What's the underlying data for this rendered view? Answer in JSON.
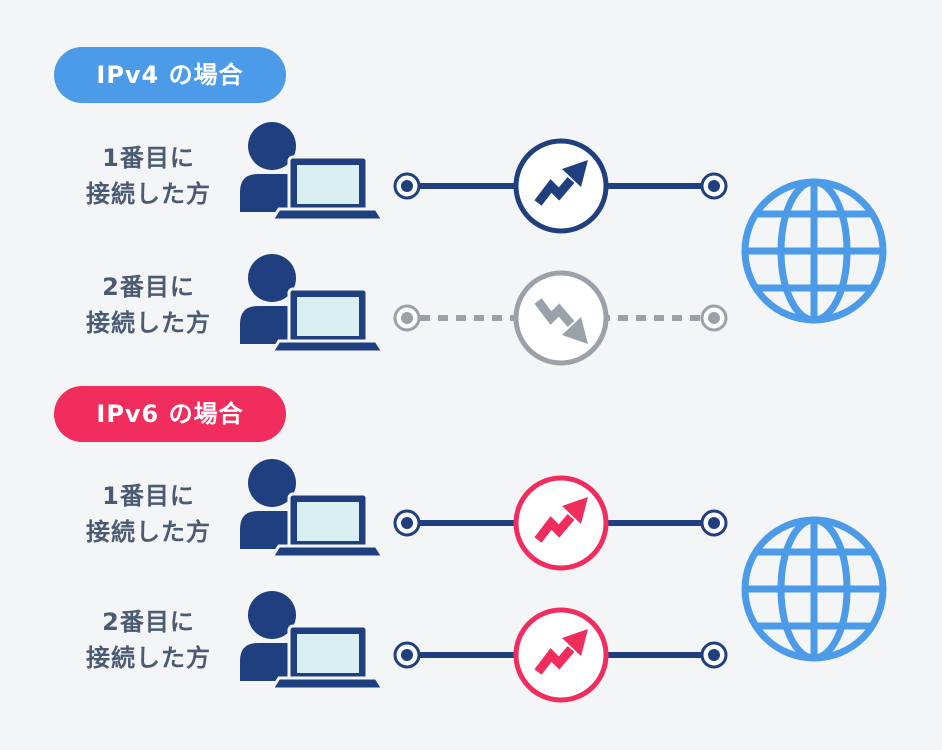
{
  "colors": {
    "background": "#f4f5f7",
    "ipv4_accent": "#4c9be8",
    "ipv6_accent": "#f02d5d",
    "navy": "#1f3f7e",
    "gray": "#9aa1a8",
    "globe": "#4c9be8",
    "label_text": "#4a5b73"
  },
  "icons": {
    "user": "person-with-laptop-icon",
    "network": "globe-icon",
    "fast": "arrow-up-trend-icon",
    "slow": "arrow-down-trend-icon"
  },
  "sections": [
    {
      "title": "IPv4 の場合",
      "color": "#4c9be8",
      "rows": [
        {
          "line1": "1番目に",
          "line2": "接続した方",
          "status": "fast",
          "accent": "#1f3f7e",
          "connection": "solid"
        },
        {
          "line1": "2番目に",
          "line2": "接続した方",
          "status": "slow",
          "accent": "#9aa1a8",
          "connection": "dashed"
        }
      ]
    },
    {
      "title": "IPv6 の場合",
      "color": "#f02d5d",
      "rows": [
        {
          "line1": "1番目に",
          "line2": "接続した方",
          "status": "fast",
          "accent": "#f02d5d",
          "connection": "solid"
        },
        {
          "line1": "2番目に",
          "line2": "接続した方",
          "status": "fast",
          "accent": "#f02d5d",
          "connection": "solid"
        }
      ]
    }
  ]
}
